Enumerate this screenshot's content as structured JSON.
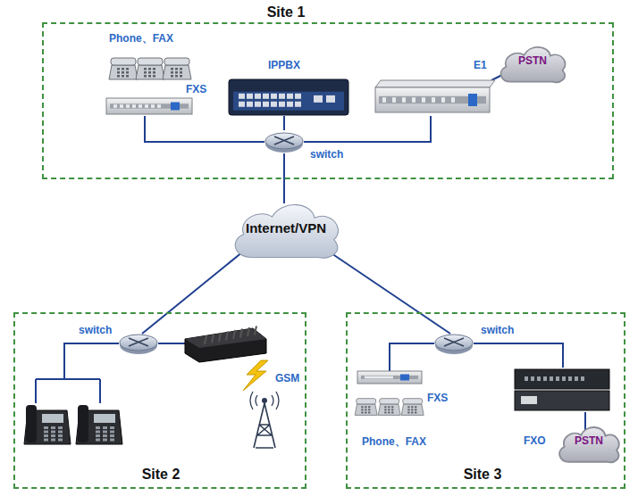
{
  "diagram": {
    "nodes": [
      {
        "text": [
          "Site 1"
        ]
      },
      {
        "text": [
          "Phone、FAX",
          "FXS"
        ],
        "in": 0
      },
      {
        "text": [
          "IPPBX"
        ],
        "in": 0
      },
      {
        "text": [
          "E1"
        ],
        "in": 0
      },
      {
        "text": [
          "PSTN"
        ],
        "in": 0
      },
      {
        "text": [
          "switch"
        ],
        "in": 0
      },
      {
        "text": [
          "Internet/VPN"
        ]
      },
      {
        "text": [
          "Site 2"
        ]
      },
      {
        "text": [
          "switch"
        ],
        "in": 7
      },
      {
        "text": [
          "GSM"
        ],
        "in": 7
      },
      {
        "text": [
          "Site 3"
        ]
      },
      {
        "text": [
          "switch"
        ],
        "in": 10
      },
      {
        "text": [
          "FXS",
          "Phone、FAX"
        ],
        "in": 10
      },
      {
        "text": [
          "FXO"
        ],
        "in": 10
      },
      {
        "text": [
          "PSTN"
        ],
        "in": 10
      }
    ],
    "edges": [
      {
        "from": 1,
        "to": 5,
        "arrow": "none"
      },
      {
        "from": 2,
        "to": 5,
        "arrow": "none"
      },
      {
        "from": 3,
        "to": 5,
        "arrow": "none"
      },
      {
        "from": 3,
        "to": 4,
        "arrow": "none"
      },
      {
        "from": 5,
        "to": 6,
        "arrow": "none"
      },
      {
        "from": 6,
        "to": 8,
        "arrow": "none"
      },
      {
        "from": 6,
        "to": 11,
        "arrow": "none"
      },
      {
        "from": 8,
        "to": 9,
        "arrow": "none"
      },
      {
        "from": 11,
        "to": 12,
        "arrow": "none"
      },
      {
        "from": 11,
        "to": 13,
        "arrow": "none"
      },
      {
        "from": 13,
        "to": 14,
        "arrow": "none"
      }
    ]
  }
}
